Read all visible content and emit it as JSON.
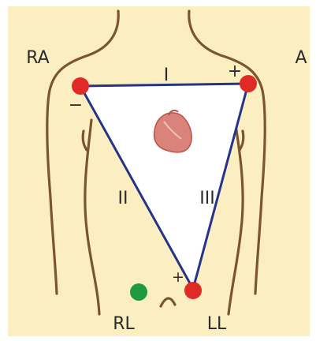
{
  "labels": {
    "right_arm": "RA",
    "left_arm": "A",
    "lead_top": "I",
    "lead_left": "II",
    "lead_right": "III",
    "polarity_negative": "−",
    "polarity_positive": "+",
    "polarity_bottom": "+",
    "right_leg": "RL",
    "left_leg": "LL"
  },
  "colors": {
    "background": "#fbeec0",
    "border": "#ffffff",
    "body_outline": "#7a5630",
    "triangle_fill": "#ffffff",
    "triangle_edge": "#26338a",
    "electrode_red": "#e02a25",
    "electrode_green": "#1f9a3e",
    "heart": "#d9837a"
  },
  "icons": {
    "heart": "heart-icon",
    "electrodes": [
      "electrode-right-arm",
      "electrode-left-arm",
      "electrode-left-leg",
      "electrode-ground-right-leg"
    ]
  }
}
